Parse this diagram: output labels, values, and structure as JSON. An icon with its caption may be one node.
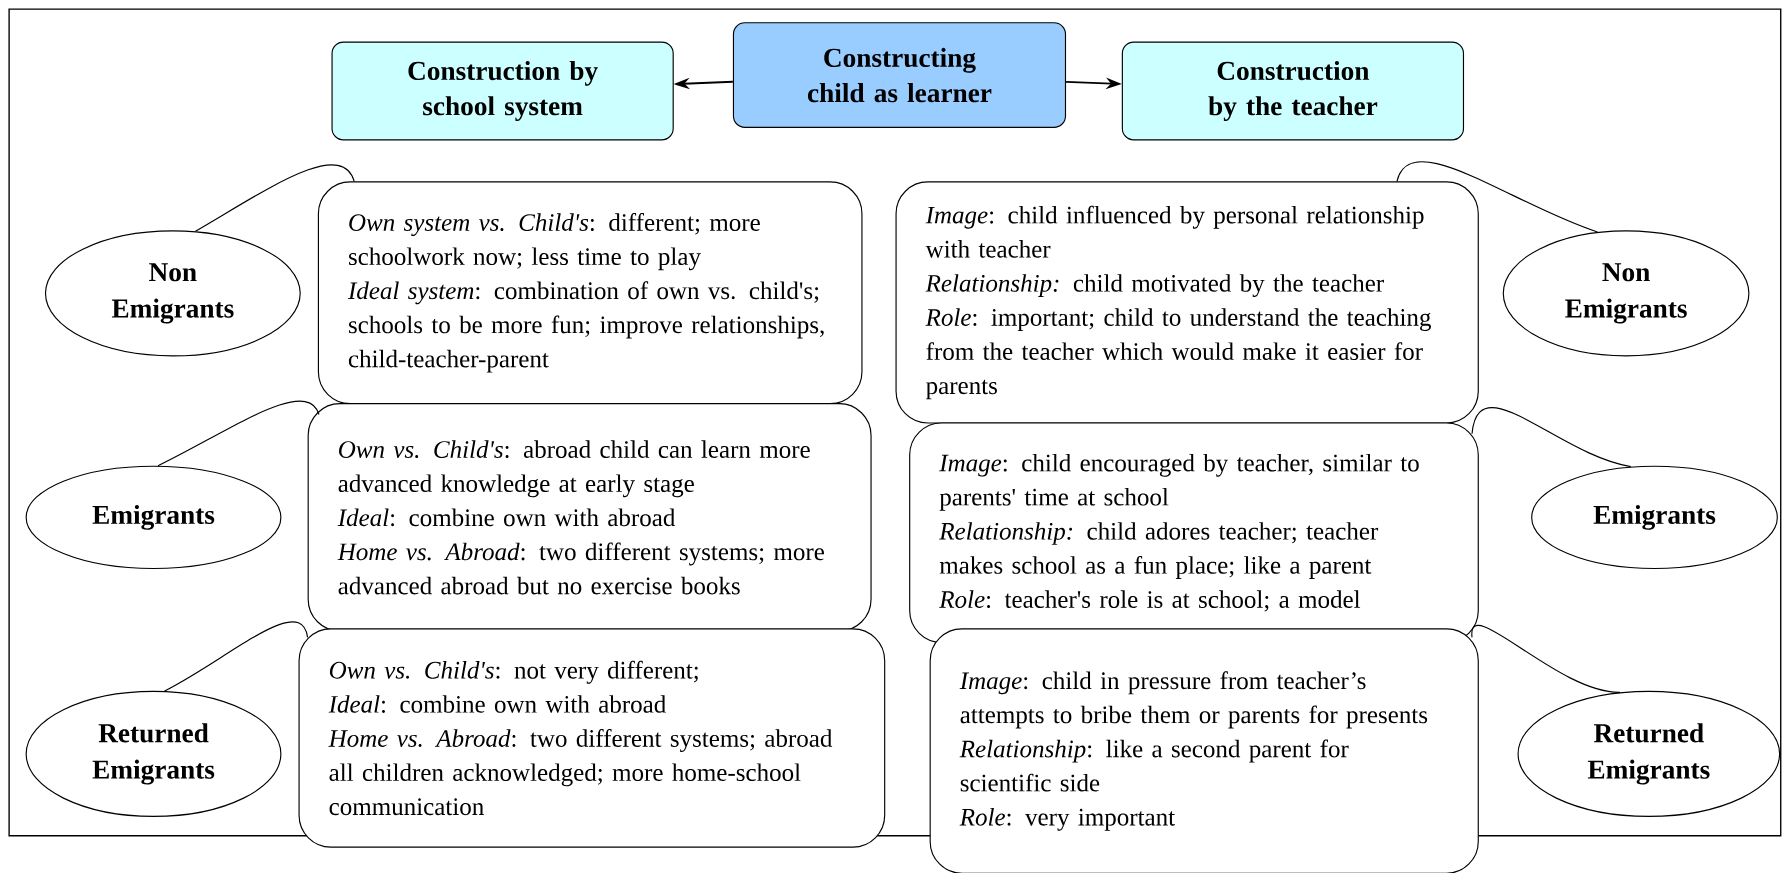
{
  "diagram": {
    "nodes": [
      {
        "text": [
          "Construction by school system"
        ]
      },
      {
        "text": [
          "Constructing child as learner"
        ]
      },
      {
        "text": [
          "Construction by the teacher"
        ]
      },
      {
        "text": [
          "Non Emigrants"
        ]
      },
      {
        "text": [
          "*Own system vs. Child's*: different; more schoolwork now; less time to play",
          "*Ideal system*: combination of own vs. child's; schools to be more fun; improve relationships, child-teacher-parent"
        ]
      },
      {
        "text": [
          "Emigrants"
        ]
      },
      {
        "text": [
          "*Own vs. Child's*: abroad child can learn more advanced knowledge at early stage",
          "*Ideal*: combine own with abroad",
          "*Home vs. Abroad*: two different systems; more advanced abroad but no exercise books"
        ]
      },
      {
        "text": [
          "Returned Emigrants"
        ]
      },
      {
        "text": [
          "*Own vs. Child's*: not very different;",
          "*Ideal*: combine own with abroad",
          "*Home vs. Abroad*: two different systems; abroad all children acknowledged; more home-school communication"
        ]
      },
      {
        "text": [
          "*Image*: child influenced by personal relationship with teacher",
          "*Relationship:* child motivated by the teacher",
          "*Role*: important; child to understand the teaching from the teacher which would make it easier for parents"
        ]
      },
      {
        "text": [
          "Non Emigrants"
        ]
      },
      {
        "text": [
          "*Image*: child encouraged by teacher, similar to parents' time at school",
          "*Relationship:* child adores teacher; teacher makes school as a fun place; like a parent",
          "*Role*: teacher's role is at school; a model"
        ]
      },
      {
        "text": [
          "Emigrants"
        ]
      },
      {
        "text": [
          "*Image*: child in pressure from teacher’s attempts to bribe them or parents for presents",
          "*Relationship*: like a second parent for scientific side",
          "*Role*: very important"
        ]
      },
      {
        "text": [
          "Returned Emigrants"
        ]
      }
    ],
    "edges": [
      {
        "from": 1,
        "to": 0,
        "arrow": "to"
      },
      {
        "from": 1,
        "to": 2,
        "arrow": "to"
      },
      {
        "from": 3,
        "to": 4,
        "arrow": "none"
      },
      {
        "from": 5,
        "to": 6,
        "arrow": "none"
      },
      {
        "from": 7,
        "to": 8,
        "arrow": "none"
      },
      {
        "from": 10,
        "to": 9,
        "arrow": "none"
      },
      {
        "from": 12,
        "to": 11,
        "arrow": "none"
      },
      {
        "from": 14,
        "to": 13,
        "arrow": "none"
      }
    ]
  }
}
